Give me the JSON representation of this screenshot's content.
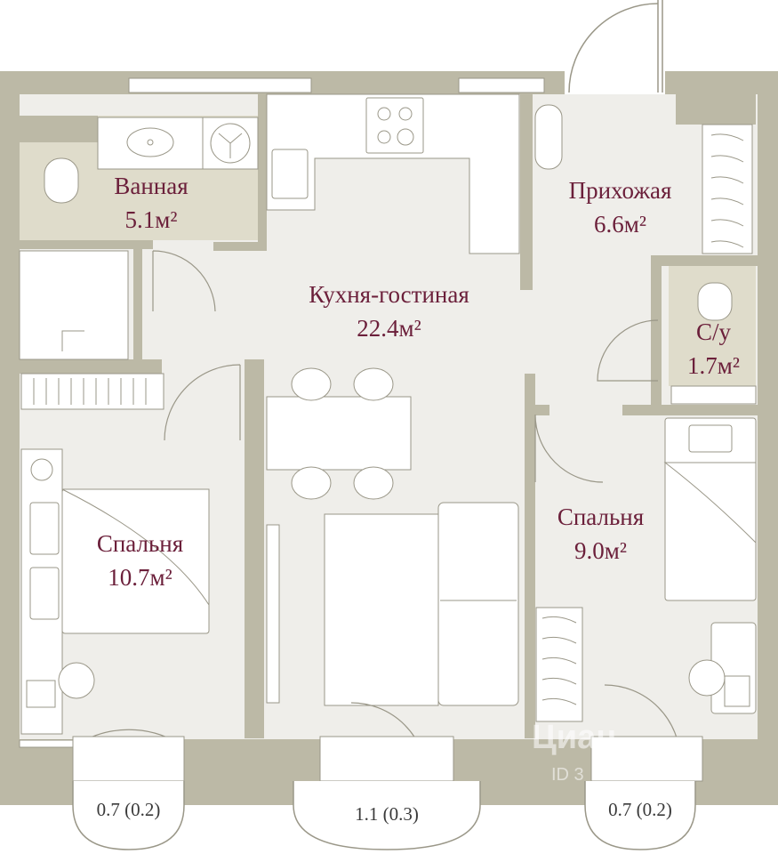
{
  "colors": {
    "wall": "#bcb9a6",
    "floor": "#efeeea",
    "wet": "#dfdccb",
    "furniture": "#ffffff",
    "line": "#9a9788",
    "label": "#6b1f3a"
  },
  "rooms": {
    "bathroom": {
      "name": "Ванная",
      "area": "5.1м²"
    },
    "hallway": {
      "name": "Прихожая",
      "area": "6.6м²"
    },
    "kitchen_living": {
      "name": "Кухня-гостиная",
      "area": "22.4м²"
    },
    "toilet": {
      "name": "С/у",
      "area": "1.7м²"
    },
    "bedroom_left": {
      "name": "Спальня",
      "area": "10.7м²"
    },
    "bedroom_right": {
      "name": "Спальня",
      "area": "9.0м²"
    }
  },
  "balconies": {
    "left": "0.7 (0.2)",
    "center": "1.1 (0.3)",
    "right": "0.7 (0.2)"
  },
  "watermark": {
    "brand": "Циан",
    "id": "ID 3"
  }
}
